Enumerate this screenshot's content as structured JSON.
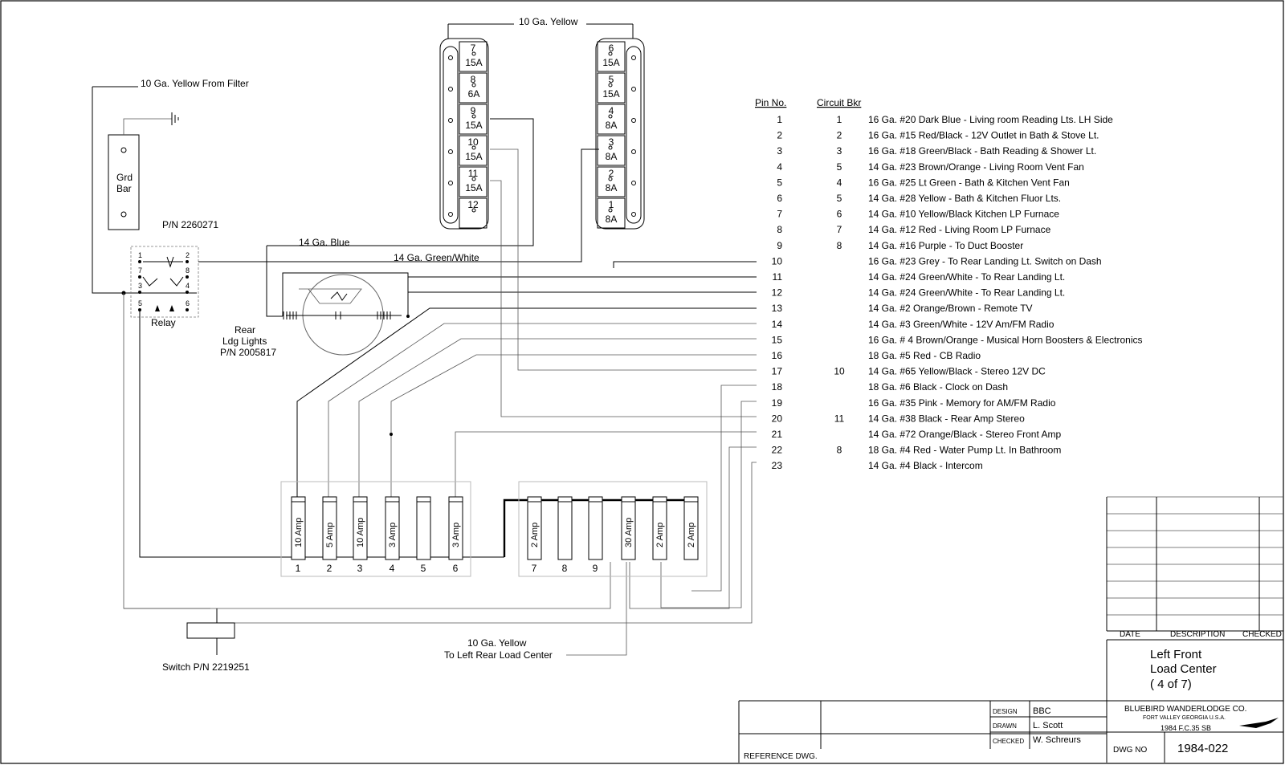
{
  "labels": {
    "top_feed": "10 Ga. Yellow",
    "filter_feed": "10 Ga. Yellow From Filter",
    "grd_bar_1": "Grd",
    "grd_bar_2": "Bar",
    "relay_pn": "P/N 2260271",
    "relay": "Relay",
    "blue_wire": "14 Ga. Blue",
    "green_white_wire": "14 Ga. Green/White",
    "rear_lights_1": "Rear",
    "rear_lights_2": "Ldg Lights",
    "rear_lights_3": "P/N 2005817",
    "rear_feed_1": "10 Ga. Yellow",
    "rear_feed_2": "To Left Rear Load Center",
    "switch": "Switch P/N 2219251"
  },
  "relay_pins": [
    "1",
    "2",
    "7",
    "8",
    "3",
    "4",
    "5",
    "6"
  ],
  "breakers_left": [
    {
      "num": "7",
      "amp": "15A"
    },
    {
      "num": "8",
      "amp": "6A"
    },
    {
      "num": "9",
      "amp": "15A"
    },
    {
      "num": "10",
      "amp": "15A"
    },
    {
      "num": "11",
      "amp": "15A"
    },
    {
      "num": "12",
      "amp": ""
    }
  ],
  "breakers_right": [
    {
      "num": "6",
      "amp": "15A"
    },
    {
      "num": "5",
      "amp": "15A"
    },
    {
      "num": "4",
      "amp": "8A"
    },
    {
      "num": "3",
      "amp": "8A"
    },
    {
      "num": "2",
      "amp": "8A"
    },
    {
      "num": "1",
      "amp": "8A"
    }
  ],
  "pin_table": {
    "col_pin": "Pin No.",
    "col_bkr": "Circuit Bkr",
    "rows": [
      {
        "pin": "1",
        "bkr": "1",
        "desc": "16 Ga. #20 Dark Blue - Living room Reading Lts. LH Side"
      },
      {
        "pin": "2",
        "bkr": "2",
        "desc": "16 Ga. #15 Red/Black - 12V Outlet in Bath & Stove Lt."
      },
      {
        "pin": "3",
        "bkr": "3",
        "desc": "16 Ga. #18 Green/Black - Bath Reading & Shower Lt."
      },
      {
        "pin": "4",
        "bkr": "5",
        "desc": "14 Ga. #23 Brown/Orange - Living Room Vent Fan"
      },
      {
        "pin": "5",
        "bkr": "4",
        "desc": "16 Ga. #25 Lt Green - Bath & Kitchen Vent Fan"
      },
      {
        "pin": "6",
        "bkr": "5",
        "desc": "14 Ga. #28 Yellow - Bath & Kitchen Fluor Lts."
      },
      {
        "pin": "7",
        "bkr": "6",
        "desc": "14 Ga. #10 Yellow/Black Kitchen LP Furnace"
      },
      {
        "pin": "8",
        "bkr": "7",
        "desc": "14 Ga. #12 Red - Living Room LP Furnace"
      },
      {
        "pin": "9",
        "bkr": "8",
        "desc": "14 Ga. #16 Purple -  To Duct Booster"
      },
      {
        "pin": "10",
        "bkr": "",
        "desc": "16 Ga. #23 Grey - To Rear Landing Lt. Switch on Dash"
      },
      {
        "pin": "11",
        "bkr": "",
        "desc": "14 Ga. #24 Green/White - To Rear Landing Lt."
      },
      {
        "pin": "12",
        "bkr": "",
        "desc": "14 Ga. #24 Green/White - To Rear Landing Lt."
      },
      {
        "pin": "13",
        "bkr": "",
        "desc": "14 Ga. #2 Orange/Brown - Remote TV"
      },
      {
        "pin": "14",
        "bkr": "",
        "desc": "14 Ga. #3 Green/White - 12V Am/FM Radio"
      },
      {
        "pin": "15",
        "bkr": "",
        "desc": "16 Ga. # 4 Brown/Orange - Musical Horn Boosters & Electronics"
      },
      {
        "pin": "16",
        "bkr": "",
        "desc": "18 Ga. #5 Red - CB Radio"
      },
      {
        "pin": "17",
        "bkr": "10",
        "desc": "14 Ga. #65 Yellow/Black - Stereo 12V DC"
      },
      {
        "pin": "18",
        "bkr": "",
        "desc": "18 Ga. #6 Black - Clock on Dash"
      },
      {
        "pin": "19",
        "bkr": "",
        "desc": "16 Ga. #35 Pink - Memory for AM/FM Radio"
      },
      {
        "pin": "20",
        "bkr": "11",
        "desc": "14 Ga. #38 Black - Rear Amp Stereo"
      },
      {
        "pin": "21",
        "bkr": "",
        "desc": "14 Ga. #72 Orange/Black - Stereo Front Amp"
      },
      {
        "pin": "22",
        "bkr": "8",
        "desc": "18 Ga. #4 Red - Water Pump Lt. In Bathroom"
      },
      {
        "pin": "23",
        "bkr": "",
        "desc": "14 Ga. #4 Black - Intercom"
      }
    ]
  },
  "fuse_block_a": [
    {
      "amp": "10 Amp",
      "pos": "1"
    },
    {
      "amp": "5 Amp",
      "pos": "2"
    },
    {
      "amp": "10 Amp",
      "pos": "3"
    },
    {
      "amp": "3 Amp",
      "pos": "4"
    },
    {
      "amp": "",
      "pos": "5"
    },
    {
      "amp": "3 Amp",
      "pos": "6"
    }
  ],
  "fuse_block_b": [
    {
      "amp": "2 Amp",
      "pos": "7"
    },
    {
      "amp": "",
      "pos": "8"
    },
    {
      "amp": "",
      "pos": "9"
    },
    {
      "amp": "30 Amp",
      "pos": ""
    },
    {
      "amp": "2 Amp",
      "pos": ""
    },
    {
      "amp": "2 Amp",
      "pos": ""
    }
  ],
  "title_block": {
    "rev_date": "DATE",
    "rev_desc": "DESCRIPTION",
    "rev_checked": "CHECKED",
    "title_1": "Left Front",
    "title_2": "Load Center",
    "title_3": "( 4 of 7)",
    "company": "BLUEBIRD WANDERLODGE CO.",
    "company_loc": "FORT VALLEY GEORGIA U.S.A.",
    "model": "1984 F.C.35 SB",
    "design_label": "DESIGN",
    "design_val": "BBC",
    "drawn_label": "DRAWN",
    "drawn_val": "L. Scott",
    "checked_label": "CHECKED",
    "checked_val": "W. Schreurs",
    "dwg_label": "DWG NO",
    "dwg_val": "1984-022",
    "ref_label": "REFERENCE DWG."
  },
  "colors": {
    "ink": "#000000",
    "light_wire": "#555555",
    "paper": "#ffffff"
  }
}
